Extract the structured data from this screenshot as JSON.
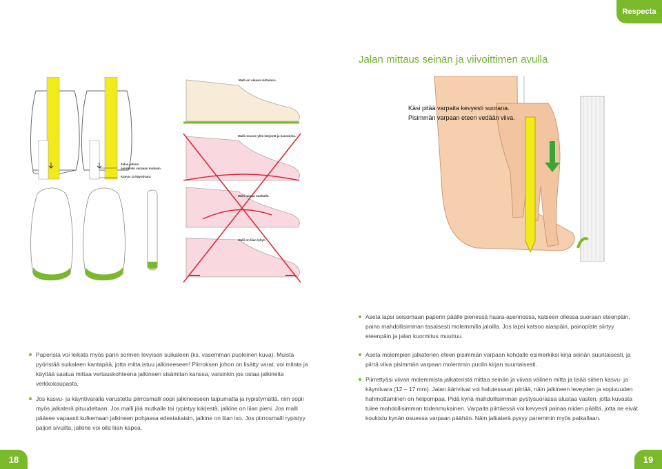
{
  "brand": "Respecta",
  "title": "Jalan mittaus seinän ja viivoittimen avulla",
  "figure_captions": {
    "ok_model": "Malli on oikean mittainen.",
    "rises": "Malli nousee ylös kärjestä ja kannoista.",
    "foot_length": "Jalan pituus",
    "longest_toe": "pisimmän varpaan mukaan.",
    "growth": "Kasvu- ja käyntivara",
    "bends": "Malli taipuu mutkalle.",
    "too_short": "Malli on liian lyhyt."
  },
  "photo_annotation": {
    "line1": "Käsi pitää varpaita kevyesti suorana.",
    "line2": "Pisimmän varpaan eteen vedään viiva."
  },
  "left_bullets": [
    "Paperista voi leikata myös parin sormen levyisen suikaleen (ks. vasemman puoleinen kuva). Muista pyöristää suikaleen kantapää, jotta mitta istuu jalkineeseen! Piirroksen johon on lisätty varat, voi mitata ja käyttää saatua mittaa vertauskohteena jalkineen sisämitan kanssa, varsinkin jos ostaa jalkineita verkkokaupasta.",
    "Jos kasvu- ja käyntivaralla varustettu piirrosmalli sopii jalkineeseen taipumatta ja rypistymättä, niin sopii myös jalkaterä pituudeltaan. Jos malli jää mutkalle tai rypistyy kärjestä, jalkine on liian pieni. Jos malli pääsee vapaasti kulkemaan jalkineen pohjassa edestakaisin, jalkine on liian iso. Jos piirrosmalli rypistyy paljon sivuilta, jalkine voi olla liian kapea."
  ],
  "right_bullets": [
    "Aseta lapsi seisomaan paperin päälle pienessä haara-asennossa, katseen ollessa suoraan eteenpäin, paino mahdollisimman tasaisesti molemmilla jaloilla. Jos lapsi katsoo alaspäin, painopiste siirtyy eteenpäin ja jalan kuormitus muuttuu.",
    "Aseta molempien jalkaterien eteen pisimmän varpaan kohdalle esimerkiksi kirja seinän suuntaisesti, ja piirrä viiva pisimmän varpaan molemmin puolin kirjan suuntaisesti.",
    "Piirrettyäsi viivan molemmista jalkateristä mittaa seinän ja viivan välinen mitta ja lisää siihen kasvu- ja käyntivara (12 – 17 mm). Jalan ääriviivat voi halutessaan piirtää, näin jalkineen leveyden ja sopivuuden hahmottaminen on helpompaa. Pidä kynä mahdollisimman pystysuorassa alustaa vasten, jotta kuvasta tulee mahdollisimman todenmukainen. Varpaita piirtäessä voi kevyesti painaa niiden päältä, jotta ne eivät koukistu kynän osuessa varpaan päähän. Näin jalkaterä pysyy paremmin myös paikallaan."
  ],
  "page_numbers": {
    "left": "18",
    "right": "19"
  },
  "colors": {
    "accent": "#7ab929",
    "title": "#6fb22a",
    "bad_cross": "#d8283a",
    "ruler": "#f3ea1c"
  }
}
